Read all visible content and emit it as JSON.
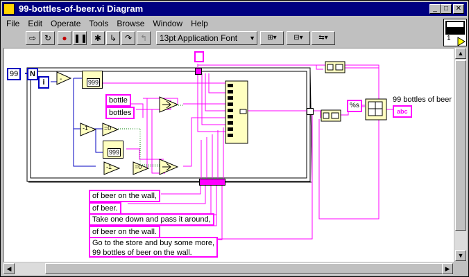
{
  "window": {
    "title": "99-bottles-of-beer.vi Diagram"
  },
  "title_buttons": {
    "minimize": "_",
    "maximize": "□",
    "close": "✕"
  },
  "menu": [
    "File",
    "Edit",
    "Operate",
    "Tools",
    "Browse",
    "Window",
    "Help"
  ],
  "toolbar": {
    "font": "13pt Application Font"
  },
  "connector": {
    "number": "1"
  },
  "diagram": {
    "count_constant": "99",
    "loop_count": "N",
    "loop_index": "i",
    "bottle": "bottle",
    "bottles": "bottles",
    "fmt999_a": "999",
    "fmt999_b": "999",
    "minus1_a": "-1",
    "minus1_b": "-1",
    "eq0_a": "=0",
    "eq0_b": "=0",
    "format_s": "%s",
    "indicator_label": "99 bottles of beer",
    "indicator_value": "abc",
    "strings": {
      "s1": "of beer on the wall,",
      "s2": "of beer.",
      "s3": "Take one down and pass it around,",
      "s4": "of beer on the wall.",
      "s5_line1": "Go to the store and buy some more,",
      "s5_line2": "99 bottles of beer on the wall."
    }
  }
}
